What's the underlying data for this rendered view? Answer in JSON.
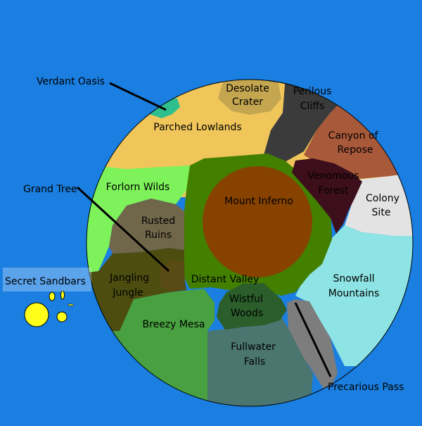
{
  "map": {
    "colors": {
      "ocean": "#1a7fe0",
      "parched_lowlands": "#f0c65a",
      "desolate_crater": "#c4a550",
      "verdant_oasis": "#2fbf8f",
      "perilous_cliffs": "#3b3b3b",
      "canyon_of_repose": "#a8593a",
      "venomous_forest": "#3d0f1c",
      "colony_site": "#e3e3e3",
      "snowfall_mountains": "#8ee4e4",
      "precarious_pass": "#7d7d7d",
      "fullwater_falls": "#4b7670",
      "breezy_mesa": "#48a040",
      "wistful_woods": "#2b5e2b",
      "distant_valley": "#438000",
      "mount_inferno": "#874200",
      "jangling_jungle": "#4d4d10",
      "grand_tree": "#5a4a14",
      "rusted_ruins": "#70664a",
      "forlorn_wilds": "#7df25a",
      "sandbars": "#ffff1a",
      "sandbar_highlight": "#d8e8ff"
    },
    "labels": {
      "parched_lowlands": "Parched Lowlands",
      "desolate_crater": [
        "Desolate",
        "Crater"
      ],
      "perilous_cliffs": [
        "Perilous",
        "Cliffs"
      ],
      "canyon_of_repose": [
        "Canyon of",
        "Repose"
      ],
      "venomous_forest": [
        "Venomous",
        "Forest"
      ],
      "colony_site": [
        "Colony",
        "Site"
      ],
      "snowfall_mountains": [
        "Snowfall",
        "Mountains"
      ],
      "fullwater_falls": [
        "Fullwater",
        "Falls"
      ],
      "breezy_mesa": "Breezy Mesa",
      "wistful_woods": [
        "Wistful",
        "Woods"
      ],
      "distant_valley": "Distant Valley",
      "mount_inferno": "Mount Inferno",
      "jangling_jungle": [
        "Jangling",
        "Jungle"
      ],
      "rusted_ruins": [
        "Rusted",
        "Ruins"
      ],
      "forlorn_wilds": "Forlorn Wilds"
    },
    "callouts": {
      "verdant_oasis": "Verdant Oasis",
      "grand_tree": "Grand Tree",
      "secret_sandbars": "Secret Sandbars",
      "precarious_pass": "Precarious Pass"
    }
  }
}
